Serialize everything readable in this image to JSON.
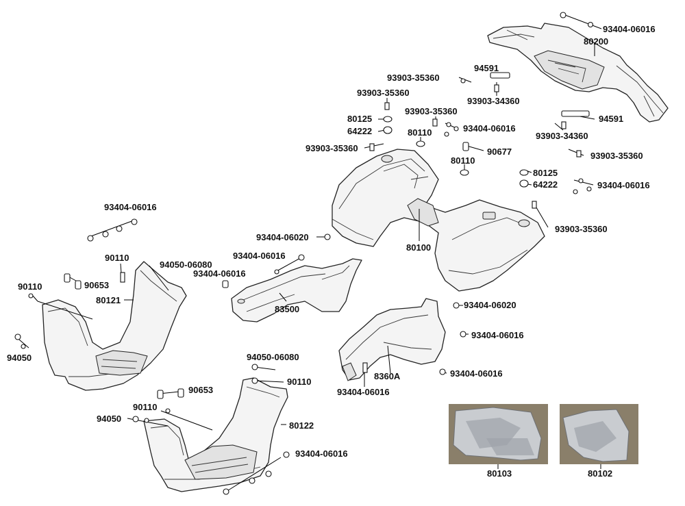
{
  "labels": {
    "p93404_06016_a": "93404-06016",
    "p80200": "80200",
    "p94591_a": "94591",
    "p93903_35360_a": "93903-35360",
    "p93903_34360_a": "93903-34360",
    "p93903_35360_b": "93903-35360",
    "p93903_35360_c": "93903-35360",
    "p80125_a": "80125",
    "p64222_a": "64222",
    "p80110_a": "80110",
    "p93404_06016_b": "93404-06016",
    "p94591_b": "94591",
    "p93903_34360_b": "93903-34360",
    "p93903_35360_d": "93903-35360",
    "p90677": "90677",
    "p93903_35360_e": "93903-35360",
    "p80110_b": "80110",
    "p80125_b": "80125",
    "p64222_b": "64222",
    "p93404_06016_c": "93404-06016",
    "p93903_35360_f": "93903-35360",
    "p93404_06016_d": "93404-06016",
    "p93404_06020_a": "93404-06020",
    "p80100": "80100",
    "p90110_a": "90110",
    "p94050_06080_a": "94050-06080",
    "p90653_a": "90653",
    "p90110_b": "90110",
    "p80121": "80121",
    "p93404_06016_e": "93404-06016",
    "p93404_06016_f": "93404-06016",
    "p83500": "83500",
    "p93404_06020_b": "93404-06020",
    "p94050_a": "94050",
    "p93404_06016_g": "93404-06016",
    "p94050_06080_b": "94050-06080",
    "p90110_c": "90110",
    "p8360A": "8360A",
    "p93404_06016_h": "93404-06016",
    "p93404_06016_i": "93404-06016",
    "p90653_b": "90653",
    "p90110_d": "90110",
    "p94050_b": "94050",
    "p80122": "80122",
    "p93404_06016_j": "93404-06016",
    "p80103": "80103",
    "p80102": "80102"
  }
}
